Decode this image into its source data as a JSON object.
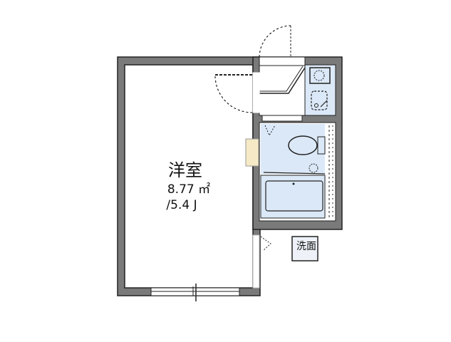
{
  "floorplan": {
    "rooms": [
      {
        "id": "western-room",
        "name": "洋室",
        "area": "8.77 ㎡",
        "size_jo": "/5.4 J"
      },
      {
        "id": "bathroom",
        "name": "",
        "fixtures": [
          "toilet",
          "sink",
          "bathtub"
        ]
      },
      {
        "id": "kitchen",
        "name": "",
        "fixtures": [
          "stove",
          "sink"
        ]
      }
    ],
    "labels": {
      "room_name": "洋室",
      "room_area": "8.77 ㎡",
      "room_jo": "/5.4 J",
      "washer_space": "洗面"
    },
    "colors": {
      "wall": "#7a7a7a",
      "wall_outline": "#222222",
      "wet_area": "#dbe8f7",
      "door_panel": "#f6eac6"
    }
  }
}
